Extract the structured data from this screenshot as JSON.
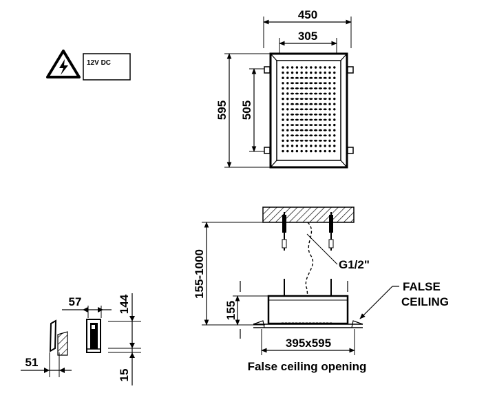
{
  "warning": {
    "label": "12V DC"
  },
  "top_view": {
    "outer_width": "450",
    "inner_width": "305",
    "outer_height": "595",
    "inner_height": "505"
  },
  "side_view": {
    "drop_range": "155-1000",
    "body_height": "155",
    "connection": "G1/2\"",
    "ceiling_label_line1": "FALSE",
    "ceiling_label_line2": "CEILING",
    "opening_size": "395x595",
    "opening_caption": "False ceiling opening"
  },
  "detail_view": {
    "dim_top": "57",
    "dim_bottom": "51",
    "dim_height": "144",
    "dim_small": "15"
  }
}
